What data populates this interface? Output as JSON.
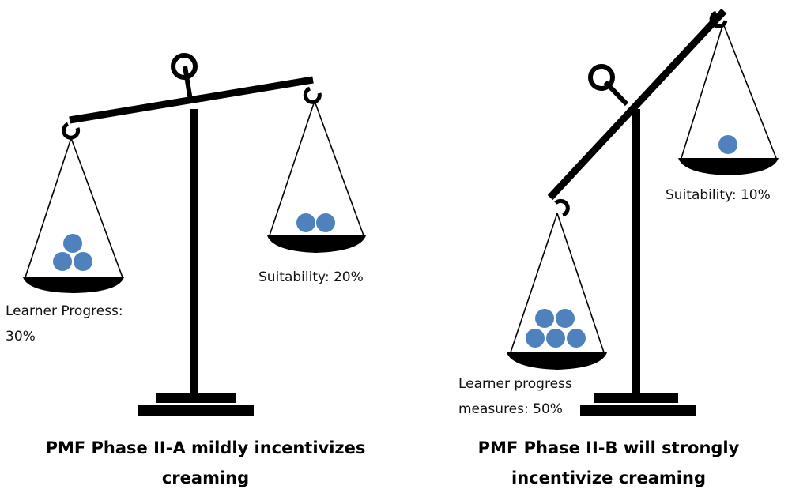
{
  "left_scale": {
    "left_pan_label_line1": "Learner Progress:",
    "left_pan_label_line2": "30%",
    "right_pan_label": "Suitability: 20%",
    "caption_line1": "PMF Phase II-A mildly incentivizes",
    "caption_line2": "creaming",
    "left_pan_balls": 3,
    "right_pan_balls": 2
  },
  "right_scale": {
    "left_pan_label_line1": "Learner progress",
    "left_pan_label_line2": "measures: 50%",
    "right_pan_label": "Suitability: 10%",
    "caption_line1": "PMF Phase II-B will strongly",
    "caption_line2": "incentivize creaming",
    "left_pan_balls": 5,
    "right_pan_balls": 1
  },
  "colors": {
    "ball": "#4f81bd",
    "ink": "#000000"
  }
}
